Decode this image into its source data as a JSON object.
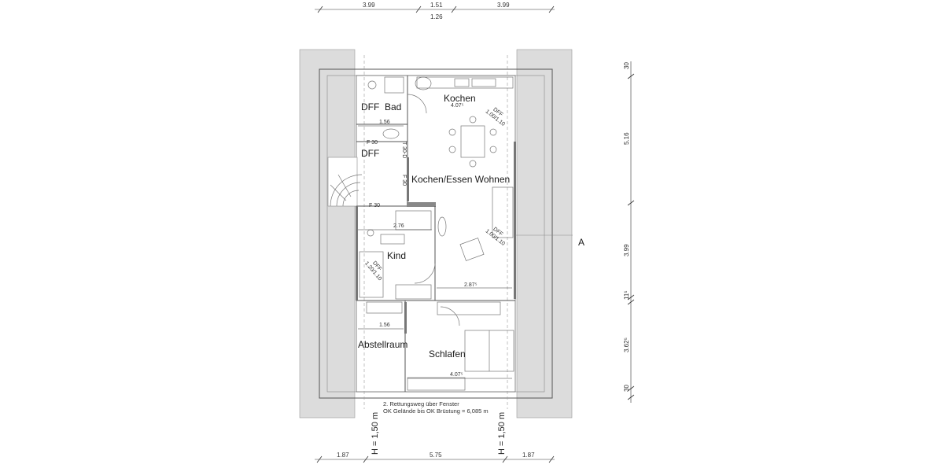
{
  "rooms": {
    "bad": "Bad",
    "kochen": "Kochen",
    "kochen_essen_wohnen": "Kochen/Essen Wohnen",
    "kind": "Kind",
    "abstellraum": "Abstellraum",
    "schlafen": "Schlafen"
  },
  "windows": {
    "dff_bad": "DFF",
    "dff_flur": "DFF",
    "dff_kochen_line1": "DFF",
    "dff_kochen_line2": "1.00/1.10",
    "dff_wohnen_line1": "DFF",
    "dff_wohnen_line2": "1.00/1.10",
    "dff_kind_line1": "DFF",
    "dff_kind_line2": "1.20/1.10"
  },
  "door_labels": {
    "t30_line1": "T 30-D",
    "t30_line2": "F 30",
    "f30_bad": "F 30",
    "f30_flur": "F 30"
  },
  "inner_dims": {
    "bad_width": "1.56",
    "kochen_width": "4.07⁵",
    "kind_width": "2.76",
    "wohnen_width": "2.87⁵",
    "abstell_width": "1.56",
    "schlafen_width": "4.07⁵"
  },
  "top_dims": {
    "left": "3.99",
    "middle": "1.51",
    "right": "3.99",
    "middle_below": "1.26"
  },
  "bottom_dims": {
    "left": "1.87",
    "middle": "5.75",
    "right": "1.87"
  },
  "right_dims": {
    "d1": "30",
    "d2": "5.16",
    "d3": "3.99",
    "d4": "11⁵",
    "d5": "3.62⁵",
    "d6": "30"
  },
  "section_marker": "A",
  "height_labels": {
    "left": "H = 1,50 m",
    "right": "H = 1,50 m"
  },
  "note": {
    "line1": "2. Rettungsweg über Fenster",
    "line2": "OK Gelände bis OK Brüstung = 6,085 m"
  },
  "colors": {
    "roof_fill": "#dcdcdc",
    "wall_stroke": "#555555"
  }
}
